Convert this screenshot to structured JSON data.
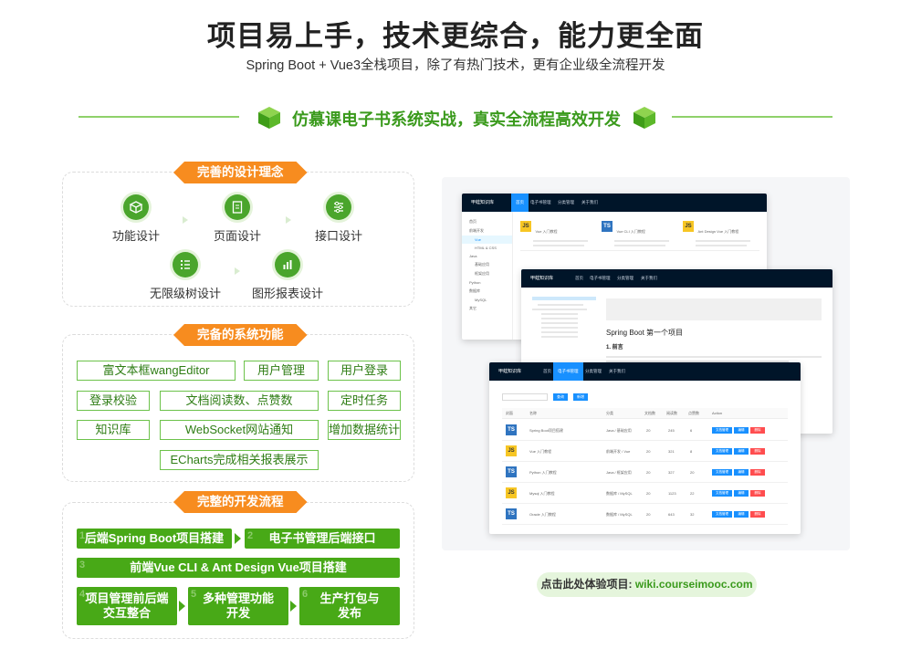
{
  "hero": {
    "title": "项目易上手，技术更综合，能力更全面",
    "subtitle": "Spring Boot + Vue3全栈项目，除了有热门技术，更有企业级全流程开发"
  },
  "band": {
    "title": "仿慕课电子书系统实战，真实全流程高效开发"
  },
  "design": {
    "ribbon": "完善的设计理念",
    "items": [
      {
        "label": "功能设计",
        "icon": "cube-icon"
      },
      {
        "label": "页面设计",
        "icon": "document-icon"
      },
      {
        "label": "接口设计",
        "icon": "sliders-icon"
      },
      {
        "label": "无限级树设计",
        "icon": "tree-list-icon"
      },
      {
        "label": "图形报表设计",
        "icon": "bar-chart-icon"
      }
    ]
  },
  "features": {
    "ribbon": "完备的系统功能",
    "tags": [
      "富文本框wangEditor",
      "用户管理",
      "用户登录",
      "登录校验",
      "文档阅读数、点赞数",
      "定时任务",
      "知识库",
      "WebSocket网站通知",
      "增加数据统计",
      "ECharts完成相关报表展示"
    ]
  },
  "process": {
    "ribbon": "完整的开发流程",
    "steps": [
      {
        "num": "1",
        "label": "后端Spring Boot项目搭建"
      },
      {
        "num": "2",
        "label": "电子书管理后端接口"
      },
      {
        "num": "3",
        "label": "前端Vue CLI & Ant Design Vue项目搭建"
      },
      {
        "num": "4",
        "label": "项目管理前后端交互整合"
      },
      {
        "num": "5",
        "label": "多种管理功能开发"
      },
      {
        "num": "6",
        "label": "生产打包与发布"
      }
    ]
  },
  "preview": {
    "brand": "甲蛙知识库",
    "nav": [
      "首页",
      "电子书管理",
      "分类管理",
      "关于我们"
    ],
    "win1": {
      "sidebar": [
        "首页",
        "前端开发",
        "Vue",
        "HTML & CSS",
        "Java",
        "基础应用",
        "框架应用",
        "Python",
        "数据库",
        "MySQL",
        "其它"
      ],
      "cards": [
        {
          "badge": "JS",
          "title": "Vue 入门教程"
        },
        {
          "badge": "TS",
          "title": "Vue CLI 入门教程"
        },
        {
          "badge": "JS",
          "title": "Ant Design Vue 入门教程"
        }
      ]
    },
    "win2": {
      "heading": "Spring Boot 第一个项目",
      "subheading": "1. 前言"
    },
    "win3": {
      "search_btn": "查询",
      "add_btn": "新增",
      "columns": [
        "封面",
        "名称",
        "分类",
        "文档数",
        "阅读数",
        "点赞数",
        "Action"
      ],
      "rows": [
        {
          "badge": "TS",
          "name": "Spring Boot项目搭建",
          "cat": "Java / 基础应用",
          "doc": "20",
          "view": "245",
          "vote": "6"
        },
        {
          "badge": "JS",
          "name": "Vue 入门教程",
          "cat": "前端开发 / Vue",
          "doc": "20",
          "view": "321",
          "vote": "8"
        },
        {
          "badge": "TS",
          "name": "Python 入门教程",
          "cat": "Java / 框架应用",
          "doc": "20",
          "view": "327",
          "vote": "20"
        },
        {
          "badge": "JS",
          "name": "Mysql 入门教程",
          "cat": "数据库 / MySQL",
          "doc": "20",
          "view": "1123",
          "vote": "22"
        },
        {
          "badge": "TS",
          "name": "Oracle 入门教程",
          "cat": "数据库 / MySQL",
          "doc": "20",
          "view": "643",
          "vote": "32"
        }
      ],
      "actions": [
        "文档管理",
        "编辑",
        "删除"
      ]
    }
  },
  "cta": {
    "prefix": "点击此处体验项目: ",
    "link": "wiki.courseimooc.com"
  },
  "colors": {
    "green": "#48a917",
    "orange": "#f78c1f",
    "nav_dark": "#001529",
    "primary_blue": "#1890ff"
  }
}
